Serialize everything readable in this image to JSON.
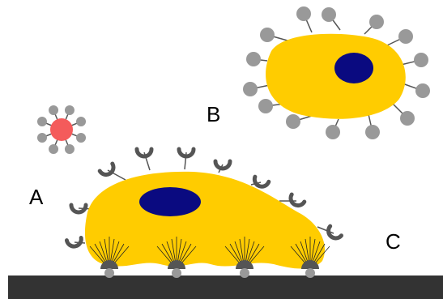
{
  "labels": {
    "a": "A",
    "b": "B",
    "c": "C"
  },
  "colors": {
    "cell_body": "#ffcc00",
    "nucleus": "#0a0a80",
    "receptor_ball": "#999999",
    "receptor_stem": "#555555",
    "receptor_cup": "#555555",
    "particle_core": "#f45b5b",
    "substrate": "#333333",
    "anchor": "#555555",
    "fibers": "#222222"
  }
}
